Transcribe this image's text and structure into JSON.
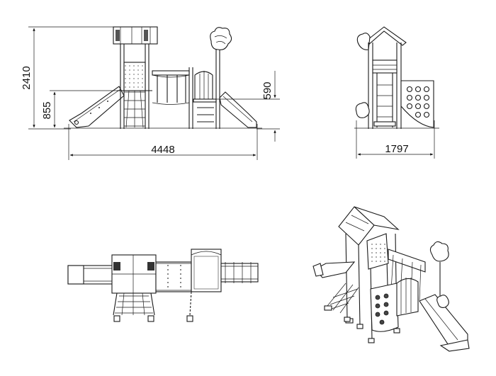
{
  "dimensions": {
    "total_height": "2410",
    "platform_height": "855",
    "low_platform_height": "590",
    "total_length": "4448",
    "total_width": "1797"
  },
  "views": [
    "front-elevation",
    "side-elevation",
    "top-plan",
    "isometric"
  ]
}
